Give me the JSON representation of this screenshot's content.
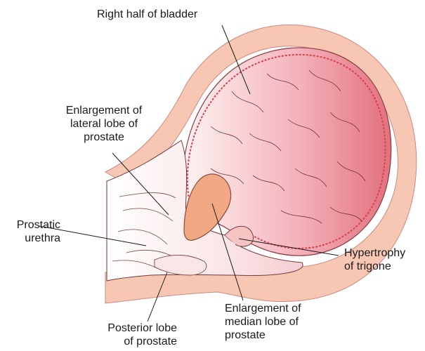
{
  "labels": {
    "bladder": "Right half of bladder",
    "lateral_lobe": [
      "Enlargement of",
      "lateral lobe of",
      "prostate"
    ],
    "urethra": [
      "Prostatic",
      "urethra"
    ],
    "trigone": [
      "Hypertrophy",
      "of trigone"
    ],
    "median_lobe": [
      "Enlargement of",
      "median lobe of",
      "prostate"
    ],
    "posterior_lobe": [
      "Posterior lobe",
      "of prostate"
    ]
  },
  "colors": {
    "outer_wall": "#f8c7b3",
    "bladder_lining": "#e8848f",
    "median_lobe": "#f2a983",
    "leader_lines": "#1a1a1a"
  }
}
